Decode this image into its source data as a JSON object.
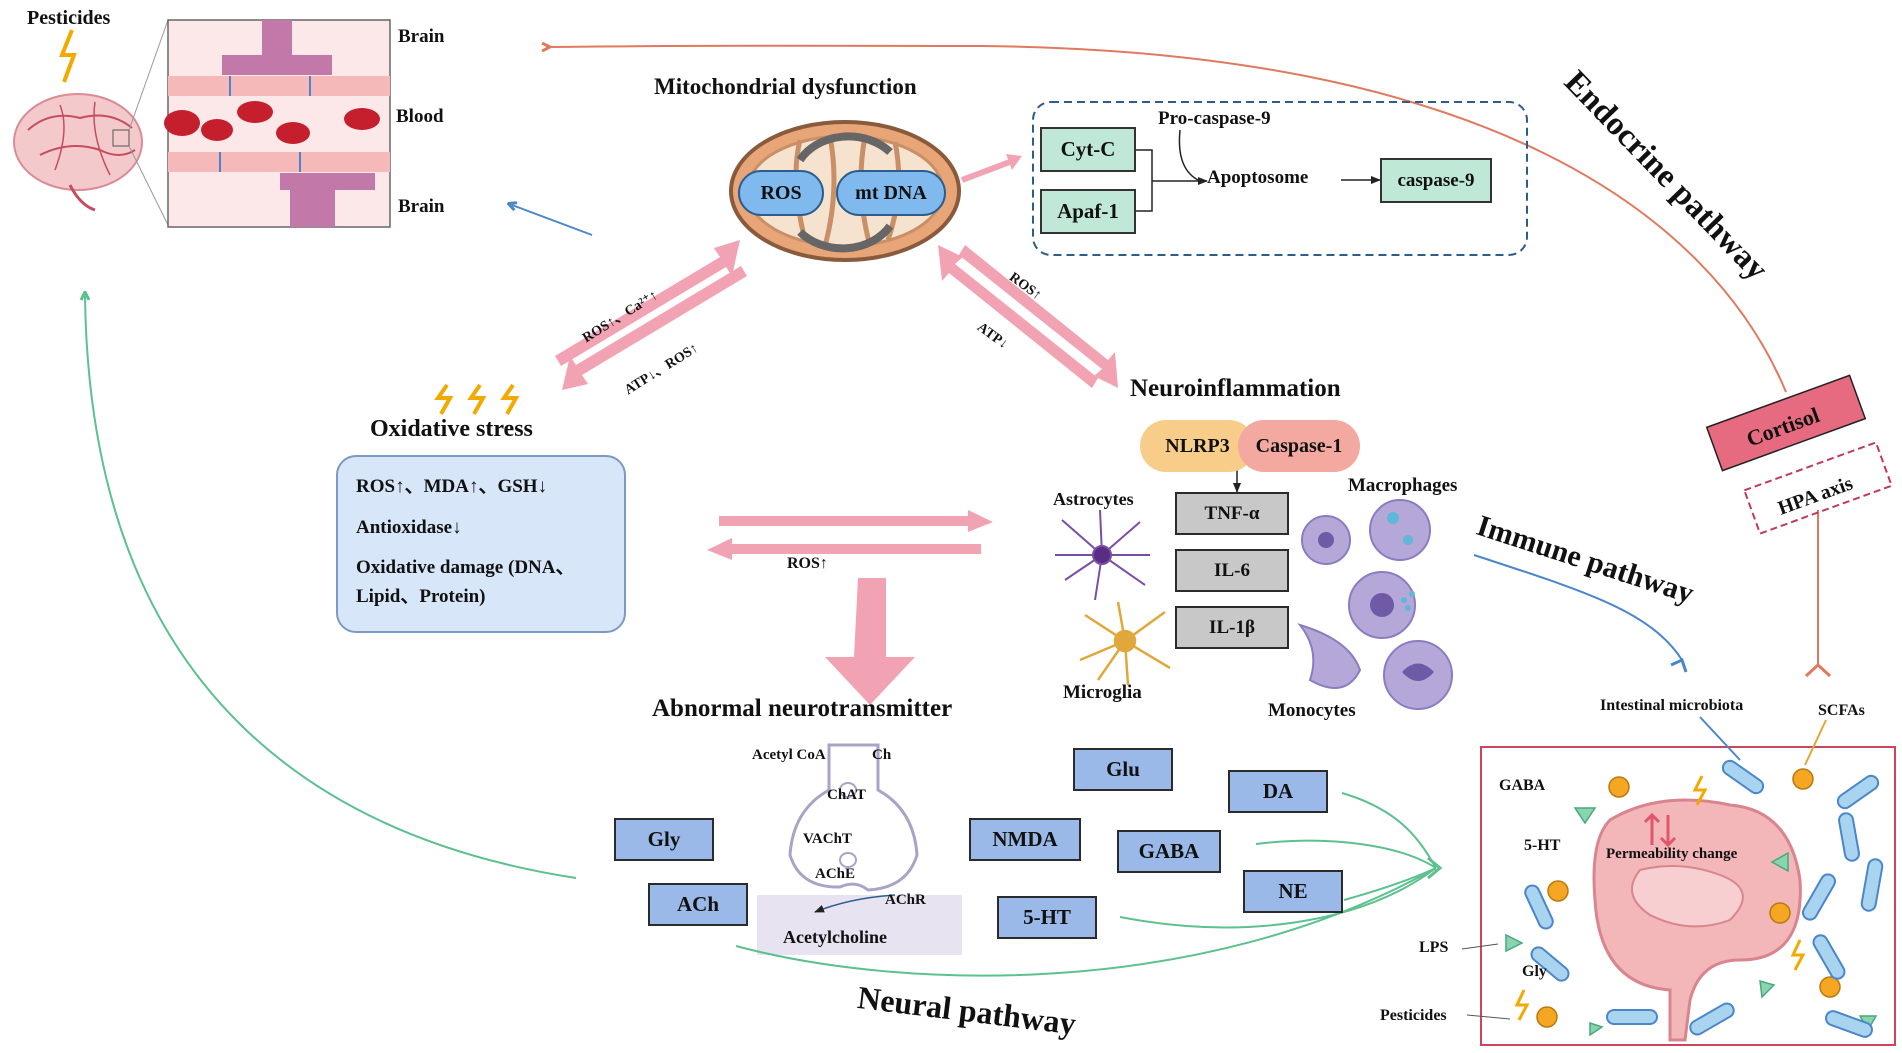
{
  "pesticides_label": "Pesticides",
  "bbb": {
    "brain_top": "Brain",
    "blood": "Blood",
    "brain_bottom": "Brain"
  },
  "mito": {
    "title": "Mitochondrial  dysfunction",
    "ros": "ROS",
    "mtdna": "mt DNA"
  },
  "apoptosis": {
    "cytc": "Cyt-C",
    "apaf": "Apaf-1",
    "procasp": "Pro-caspase-9",
    "apoptosome": "Apoptosome",
    "casp9": "caspase-9"
  },
  "arrows": {
    "ox_up": "ROS↑、Ca²⁺↑",
    "ox_down": "ATP↓、ROS↑",
    "inf_up": "ROS↑",
    "inf_down": "ATP↓",
    "mid": "ROS↑"
  },
  "oxidative": {
    "title": "Oxidative stress",
    "line1": "ROS↑、MDA↑、GSH↓",
    "line2": "Antioxidase↓",
    "line3": "Oxidative damage (DNA、",
    "line4": "Lipid、Protein)"
  },
  "neuroinflammation": {
    "title": "Neuroinflammation",
    "nlrp3": "NLRP3",
    "caspase1": "Caspase-1",
    "astrocytes": "Astrocytes",
    "macrophages": "Macrophages",
    "microglia": "Microglia",
    "monocytes": "Monocytes",
    "cytokines": [
      "TNF-α",
      "IL-6",
      "IL-1β"
    ]
  },
  "neurotransmitter": {
    "title": "Abnormal neurotransmitter",
    "acetylcoa": "Acetyl CoA",
    "ch": "Ch",
    "chat": "ChAT",
    "vacht": "VAChT",
    "ache": "AChE",
    "achr": "AChR",
    "acetylcholine": "Acetylcholine",
    "boxes": {
      "gly": "Gly",
      "ach": "ACh",
      "nmda": "NMDA",
      "glu": "Glu",
      "gaba": "GABA",
      "ht5": "5-HT",
      "da": "DA",
      "ne": "NE"
    }
  },
  "pathways": {
    "endocrine": "Endocrine pathway",
    "immune": "Immune pathway",
    "neural": "Neural pathway"
  },
  "hpa": {
    "cortisol": "Cortisol",
    "axis": "HPA axis"
  },
  "gut": {
    "microbiota": "Intestinal microbiota",
    "scfas": "SCFAs",
    "gaba": "GABA",
    "ht5": "5-HT",
    "permeability": "Permeability change",
    "lps": "LPS",
    "gly": "Gly",
    "pesticides": "Pesticides"
  },
  "colors": {
    "pink_arrow": "#f2a3b3",
    "endocrine": "#e07a5f",
    "immune": "#4a86c9",
    "neural": "#5cc08f",
    "nt_box": "#9ab8e8",
    "cortisol": "#e66b80"
  }
}
